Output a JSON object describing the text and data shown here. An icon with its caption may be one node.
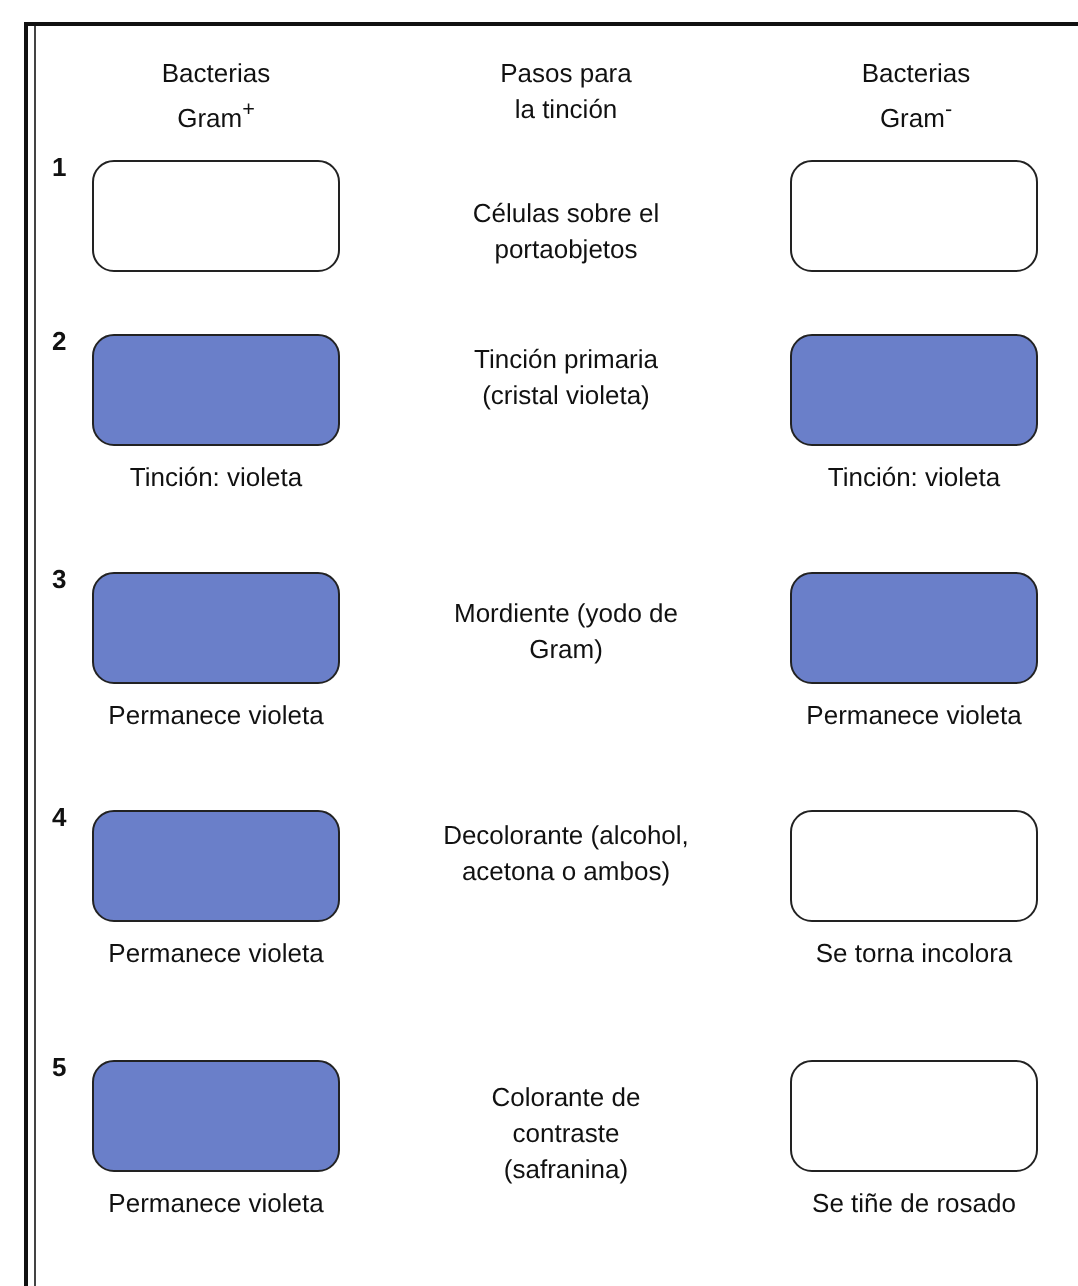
{
  "diagram": {
    "nodes": [
      {
        "text": [],
        "shape": "box"
      },
      {
        "text": [],
        "shape": "box"
      },
      {
        "text": [],
        "shape": "box",
        "beside": [
          "Tinción: violeta"
        ]
      },
      {
        "text": [],
        "shape": "box",
        "beside": [
          "Tinción: violeta"
        ]
      },
      {
        "text": [],
        "shape": "box",
        "beside": [
          "Permanece violeta"
        ]
      },
      {
        "text": [],
        "shape": "box",
        "beside": [
          "Permanece violeta"
        ]
      },
      {
        "text": [],
        "shape": "box",
        "beside": [
          "Permanece violeta"
        ]
      },
      {
        "text": [],
        "shape": "box",
        "beside": [
          "Se torna incolora"
        ]
      },
      {
        "text": [],
        "shape": "box",
        "beside": [
          "Permanece violeta"
        ]
      },
      {
        "text": [],
        "shape": "box",
        "beside": [
          "Se tiñe de rosado"
        ]
      }
    ],
    "edges": [],
    "labels": [
      "Bacterias Gram$^{+}$",
      "Pasos para la tinción",
      "Bacterias Gram$^{-}$",
      "1",
      "Células sobre el portaobjetos",
      "2",
      "Tinción primaria (cristal violeta)",
      "3",
      "Mordiente (yodo de Gram)",
      "4",
      "Decolorante (alcohol, acetona o ambos)",
      "5",
      "Colorante de contraste (safranina)"
    ]
  }
}
